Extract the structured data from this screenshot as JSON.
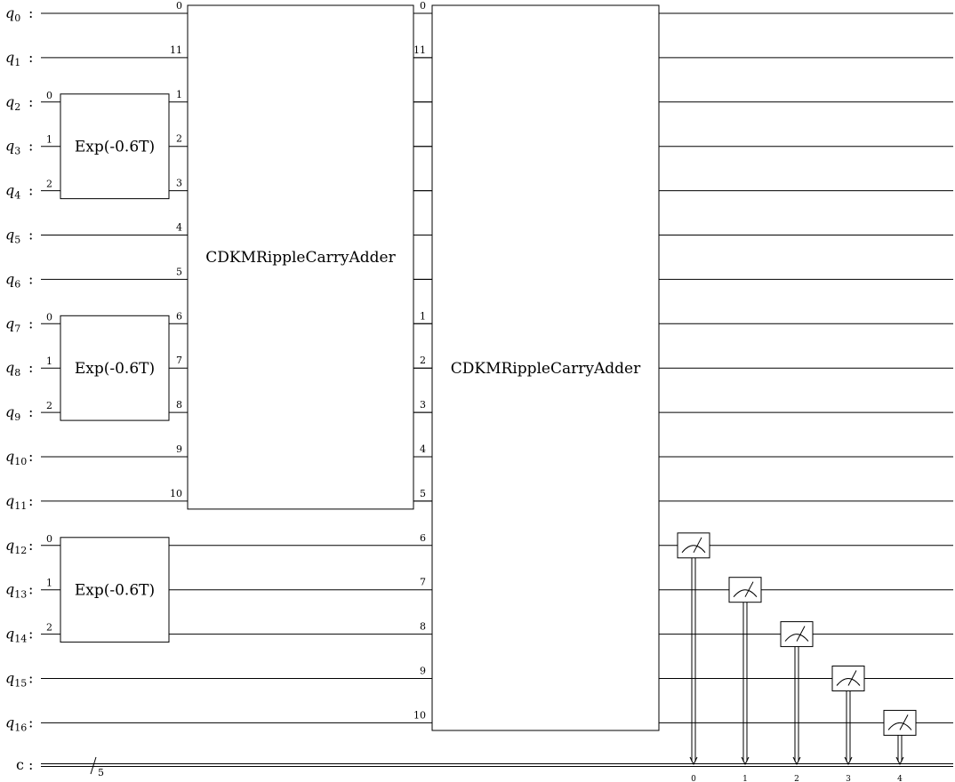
{
  "circuit": {
    "qubits": [
      {
        "label": "q",
        "index": "0"
      },
      {
        "label": "q",
        "index": "1"
      },
      {
        "label": "q",
        "index": "2"
      },
      {
        "label": "q",
        "index": "3"
      },
      {
        "label": "q",
        "index": "4"
      },
      {
        "label": "q",
        "index": "5"
      },
      {
        "label": "q",
        "index": "6"
      },
      {
        "label": "q",
        "index": "7"
      },
      {
        "label": "q",
        "index": "8"
      },
      {
        "label": "q",
        "index": "9"
      },
      {
        "label": "q",
        "index": "10"
      },
      {
        "label": "q",
        "index": "11"
      },
      {
        "label": "q",
        "index": "12"
      },
      {
        "label": "q",
        "index": "13"
      },
      {
        "label": "q",
        "index": "14"
      },
      {
        "label": "q",
        "index": "15"
      },
      {
        "label": "q",
        "index": "16"
      }
    ],
    "classical": {
      "label": "c",
      "bundle_size": "5"
    },
    "separator": ":",
    "exp_gates": [
      {
        "label": "Exp(-0.6T)",
        "qubits": [
          2,
          3,
          4
        ],
        "pins": [
          "0",
          "1",
          "2"
        ]
      },
      {
        "label": "Exp(-0.6T)",
        "qubits": [
          7,
          8,
          9
        ],
        "pins": [
          "0",
          "1",
          "2"
        ]
      },
      {
        "label": "Exp(-0.6T)",
        "qubits": [
          12,
          13,
          14
        ],
        "pins": [
          "0",
          "1",
          "2"
        ]
      }
    ],
    "adder1": {
      "label": "CDKMRippleCarryAdder",
      "qubit_range": [
        0,
        11
      ],
      "pins": [
        {
          "qubit": 0,
          "label": "0"
        },
        {
          "qubit": 1,
          "label": "11"
        },
        {
          "qubit": 2,
          "label": "1"
        },
        {
          "qubit": 3,
          "label": "2"
        },
        {
          "qubit": 4,
          "label": "3"
        },
        {
          "qubit": 5,
          "label": "4"
        },
        {
          "qubit": 6,
          "label": "5"
        },
        {
          "qubit": 7,
          "label": "6"
        },
        {
          "qubit": 8,
          "label": "7"
        },
        {
          "qubit": 9,
          "label": "8"
        },
        {
          "qubit": 10,
          "label": "9"
        },
        {
          "qubit": 11,
          "label": "10"
        }
      ]
    },
    "adder2": {
      "label": "CDKMRippleCarryAdder",
      "qubit_range": [
        0,
        16
      ],
      "pins": [
        {
          "qubit": 0,
          "label": "0"
        },
        {
          "qubit": 1,
          "label": "11"
        },
        {
          "qubit": 7,
          "label": "1"
        },
        {
          "qubit": 8,
          "label": "2"
        },
        {
          "qubit": 9,
          "label": "3"
        },
        {
          "qubit": 10,
          "label": "4"
        },
        {
          "qubit": 11,
          "label": "5"
        },
        {
          "qubit": 12,
          "label": "6"
        },
        {
          "qubit": 13,
          "label": "7"
        },
        {
          "qubit": 14,
          "label": "8"
        },
        {
          "qubit": 15,
          "label": "9"
        },
        {
          "qubit": 16,
          "label": "10"
        }
      ]
    },
    "measurements": [
      {
        "qubit": 12,
        "cbit": "0"
      },
      {
        "qubit": 13,
        "cbit": "1"
      },
      {
        "qubit": 14,
        "cbit": "2"
      },
      {
        "qubit": 15,
        "cbit": "3"
      },
      {
        "qubit": 16,
        "cbit": "4"
      }
    ]
  }
}
